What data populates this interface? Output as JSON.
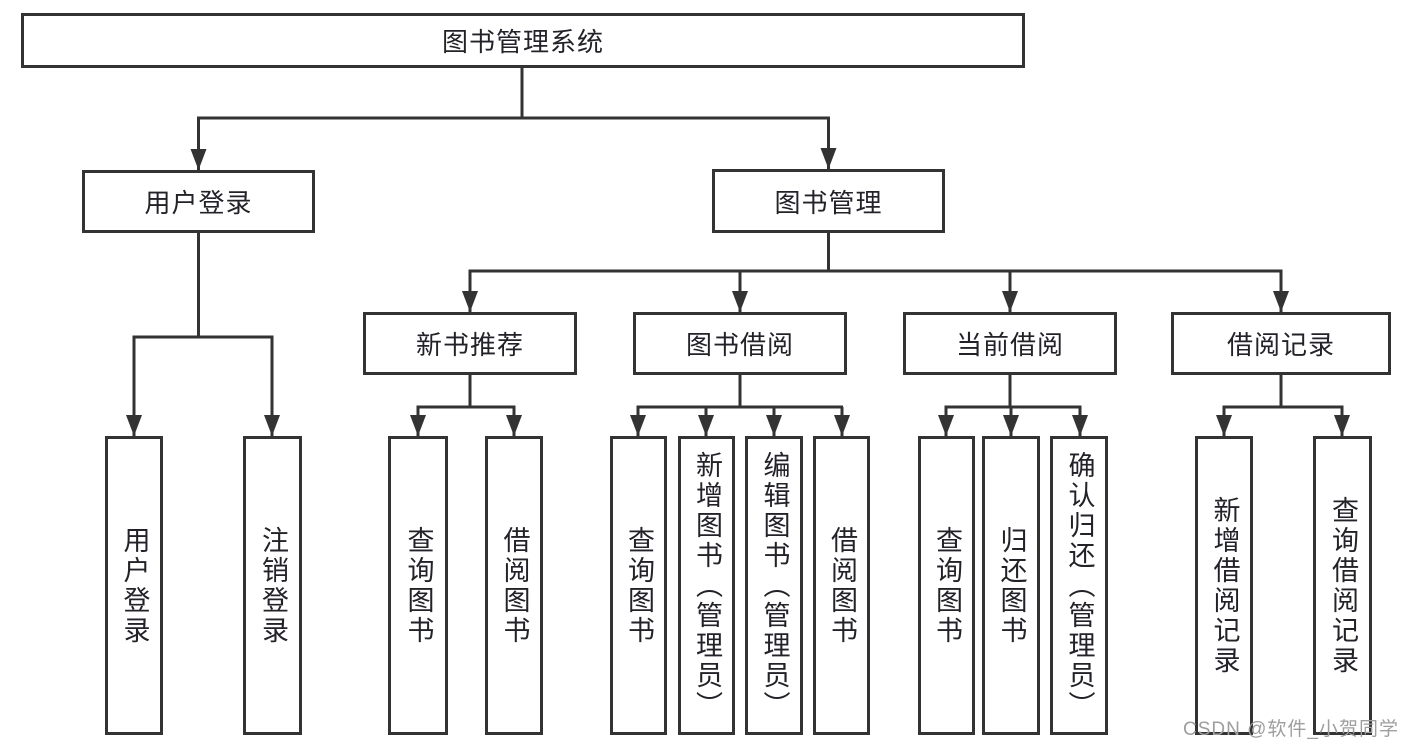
{
  "diagram": {
    "root": {
      "label": "图书管理系统"
    },
    "branches": [
      {
        "label": "用户登录",
        "children": [
          {
            "label": "用户登录"
          },
          {
            "label": "注销登录"
          }
        ]
      },
      {
        "label": "图书管理",
        "children": [
          {
            "label": "新书推荐",
            "children": [
              {
                "label": "查询图书"
              },
              {
                "label": "借阅图书"
              }
            ]
          },
          {
            "label": "图书借阅",
            "children": [
              {
                "label": "查询图书"
              },
              {
                "label": "新增图书（管理员）"
              },
              {
                "label": "编辑图书（管理员）"
              },
              {
                "label": "借阅图书"
              }
            ]
          },
          {
            "label": "当前借阅",
            "children": [
              {
                "label": "查询图书"
              },
              {
                "label": "归还图书"
              },
              {
                "label": "确认归还（管理员）"
              }
            ]
          },
          {
            "label": "借阅记录",
            "children": [
              {
                "label": "新增借阅记录"
              },
              {
                "label": "查询借阅记录"
              }
            ]
          }
        ]
      }
    ]
  },
  "watermark": {
    "text": "CSDN @软件_小贺同学"
  },
  "colors": {
    "line": "#333333",
    "box_border": "#333333",
    "text": "#222228",
    "watermark": "#9e9e9e",
    "background": "#ffffff"
  }
}
